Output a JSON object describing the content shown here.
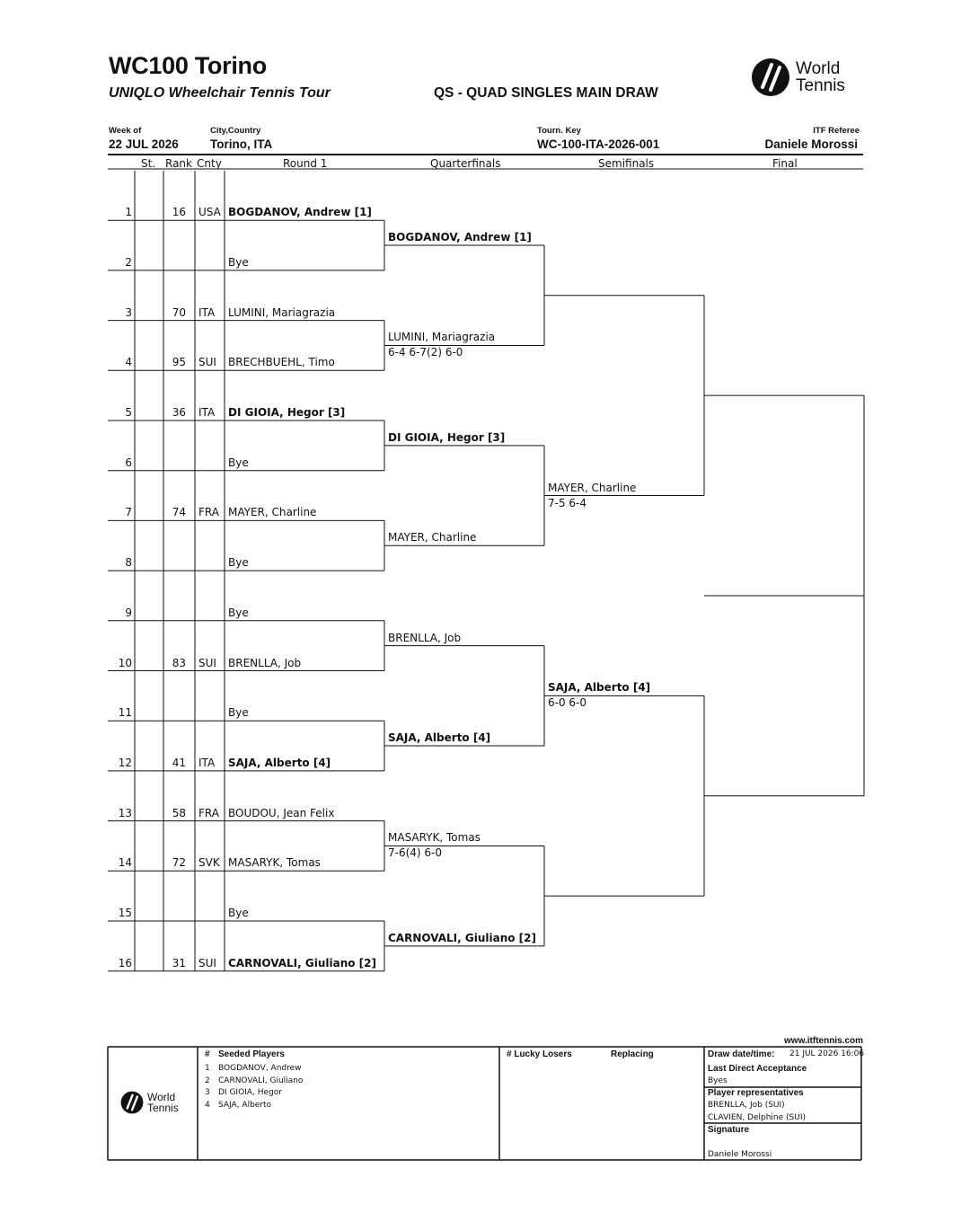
{
  "header": {
    "title": "WC100 Torino",
    "subtitle": "UNIQLO Wheelchair Tennis Tour",
    "draw_title": "QS - QUAD SINGLES MAIN DRAW",
    "logo_line1": "World",
    "logo_line2": "Tennis"
  },
  "meta": {
    "week_label": "Week of",
    "week_value": "22 JUL 2026",
    "city_label": "City,Country",
    "city_value": "Torino, ITA",
    "key_label": "Tourn. Key",
    "key_value": "WC-100-ITA-2026-001",
    "referee_label": "ITF Referee",
    "referee_value": "Daniele Morossi"
  },
  "columns": {
    "st": "St.",
    "rank": "Rank",
    "cnty": "Cnty",
    "round1": "Round 1",
    "qf": "Quarterfinals",
    "sf": "Semifinals",
    "final": "Final"
  },
  "round1": [
    {
      "no": "1",
      "rank": "16",
      "cnty": "USA",
      "name": "BOGDANOV, Andrew [1]",
      "bold": true
    },
    {
      "no": "2",
      "rank": "",
      "cnty": "",
      "name": "Bye",
      "bold": false
    },
    {
      "no": "3",
      "rank": "70",
      "cnty": "ITA",
      "name": "LUMINI, Mariagrazia",
      "bold": false
    },
    {
      "no": "4",
      "rank": "95",
      "cnty": "SUI",
      "name": "BRECHBUEHL, Timo",
      "bold": false
    },
    {
      "no": "5",
      "rank": "36",
      "cnty": "ITA",
      "name": "DI GIOIA, Hegor [3]",
      "bold": true
    },
    {
      "no": "6",
      "rank": "",
      "cnty": "",
      "name": "Bye",
      "bold": false
    },
    {
      "no": "7",
      "rank": "74",
      "cnty": "FRA",
      "name": "MAYER, Charline",
      "bold": false
    },
    {
      "no": "8",
      "rank": "",
      "cnty": "",
      "name": "Bye",
      "bold": false
    },
    {
      "no": "9",
      "rank": "",
      "cnty": "",
      "name": "Bye",
      "bold": false
    },
    {
      "no": "10",
      "rank": "83",
      "cnty": "SUI",
      "name": "BRENLLA, Job",
      "bold": false
    },
    {
      "no": "11",
      "rank": "",
      "cnty": "",
      "name": "Bye",
      "bold": false
    },
    {
      "no": "12",
      "rank": "41",
      "cnty": "ITA",
      "name": "SAJA, Alberto [4]",
      "bold": true
    },
    {
      "no": "13",
      "rank": "58",
      "cnty": "FRA",
      "name": "BOUDOU, Jean Felix",
      "bold": false
    },
    {
      "no": "14",
      "rank": "72",
      "cnty": "SVK",
      "name": "MASARYK, Tomas",
      "bold": false
    },
    {
      "no": "15",
      "rank": "",
      "cnty": "",
      "name": "Bye",
      "bold": false
    },
    {
      "no": "16",
      "rank": "31",
      "cnty": "SUI",
      "name": "CARNOVALI, Giuliano [2]",
      "bold": true
    }
  ],
  "quarterfinals": [
    {
      "name": "BOGDANOV, Andrew [1]",
      "score": "",
      "bold": true
    },
    {
      "name": "LUMINI, Mariagrazia",
      "score": "6-4 6-7(2) 6-0",
      "bold": false
    },
    {
      "name": "DI GIOIA, Hegor [3]",
      "score": "",
      "bold": true
    },
    {
      "name": "MAYER, Charline",
      "score": "",
      "bold": false
    },
    {
      "name": "BRENLLA, Job",
      "score": "",
      "bold": false
    },
    {
      "name": "SAJA, Alberto [4]",
      "score": "",
      "bold": true
    },
    {
      "name": "MASARYK, Tomas",
      "score": "7-6(4) 6-0",
      "bold": false
    },
    {
      "name": "CARNOVALI, Giuliano [2]",
      "score": "",
      "bold": true
    }
  ],
  "semifinals": [
    {
      "name": "",
      "score": "",
      "bold": false
    },
    {
      "name": "MAYER, Charline",
      "score": "7-5 6-4",
      "bold": false
    },
    {
      "name": "SAJA, Alberto [4]",
      "score": "6-0 6-0",
      "bold": true
    },
    {
      "name": "",
      "score": "",
      "bold": false
    }
  ],
  "footer": {
    "website": "www.itftennis.com",
    "seeded_hash": "#",
    "seeded_title": "Seeded Players",
    "seeded": [
      {
        "no": "1",
        "name": "BOGDANOV, Andrew"
      },
      {
        "no": "2",
        "name": "CARNOVALI, Giuliano"
      },
      {
        "no": "3",
        "name": "DI GIOIA, Hegor"
      },
      {
        "no": "4",
        "name": "SAJA, Alberto"
      }
    ],
    "lucky_title": "# Lucky Losers",
    "replacing_title": "Replacing",
    "draw_date_label": "Draw date/time:",
    "draw_date_value": "21 JUL 2026 16:06",
    "lda_label": "Last Direct Acceptance",
    "lda_value": "Byes",
    "reps_label": "Player representatives",
    "reps": [
      "BRENLLA, Job (SUI)",
      "CLAVIEN, Delphine (SUI)"
    ],
    "signature_label": "Signature",
    "signature_value": "Daniele Morossi"
  }
}
